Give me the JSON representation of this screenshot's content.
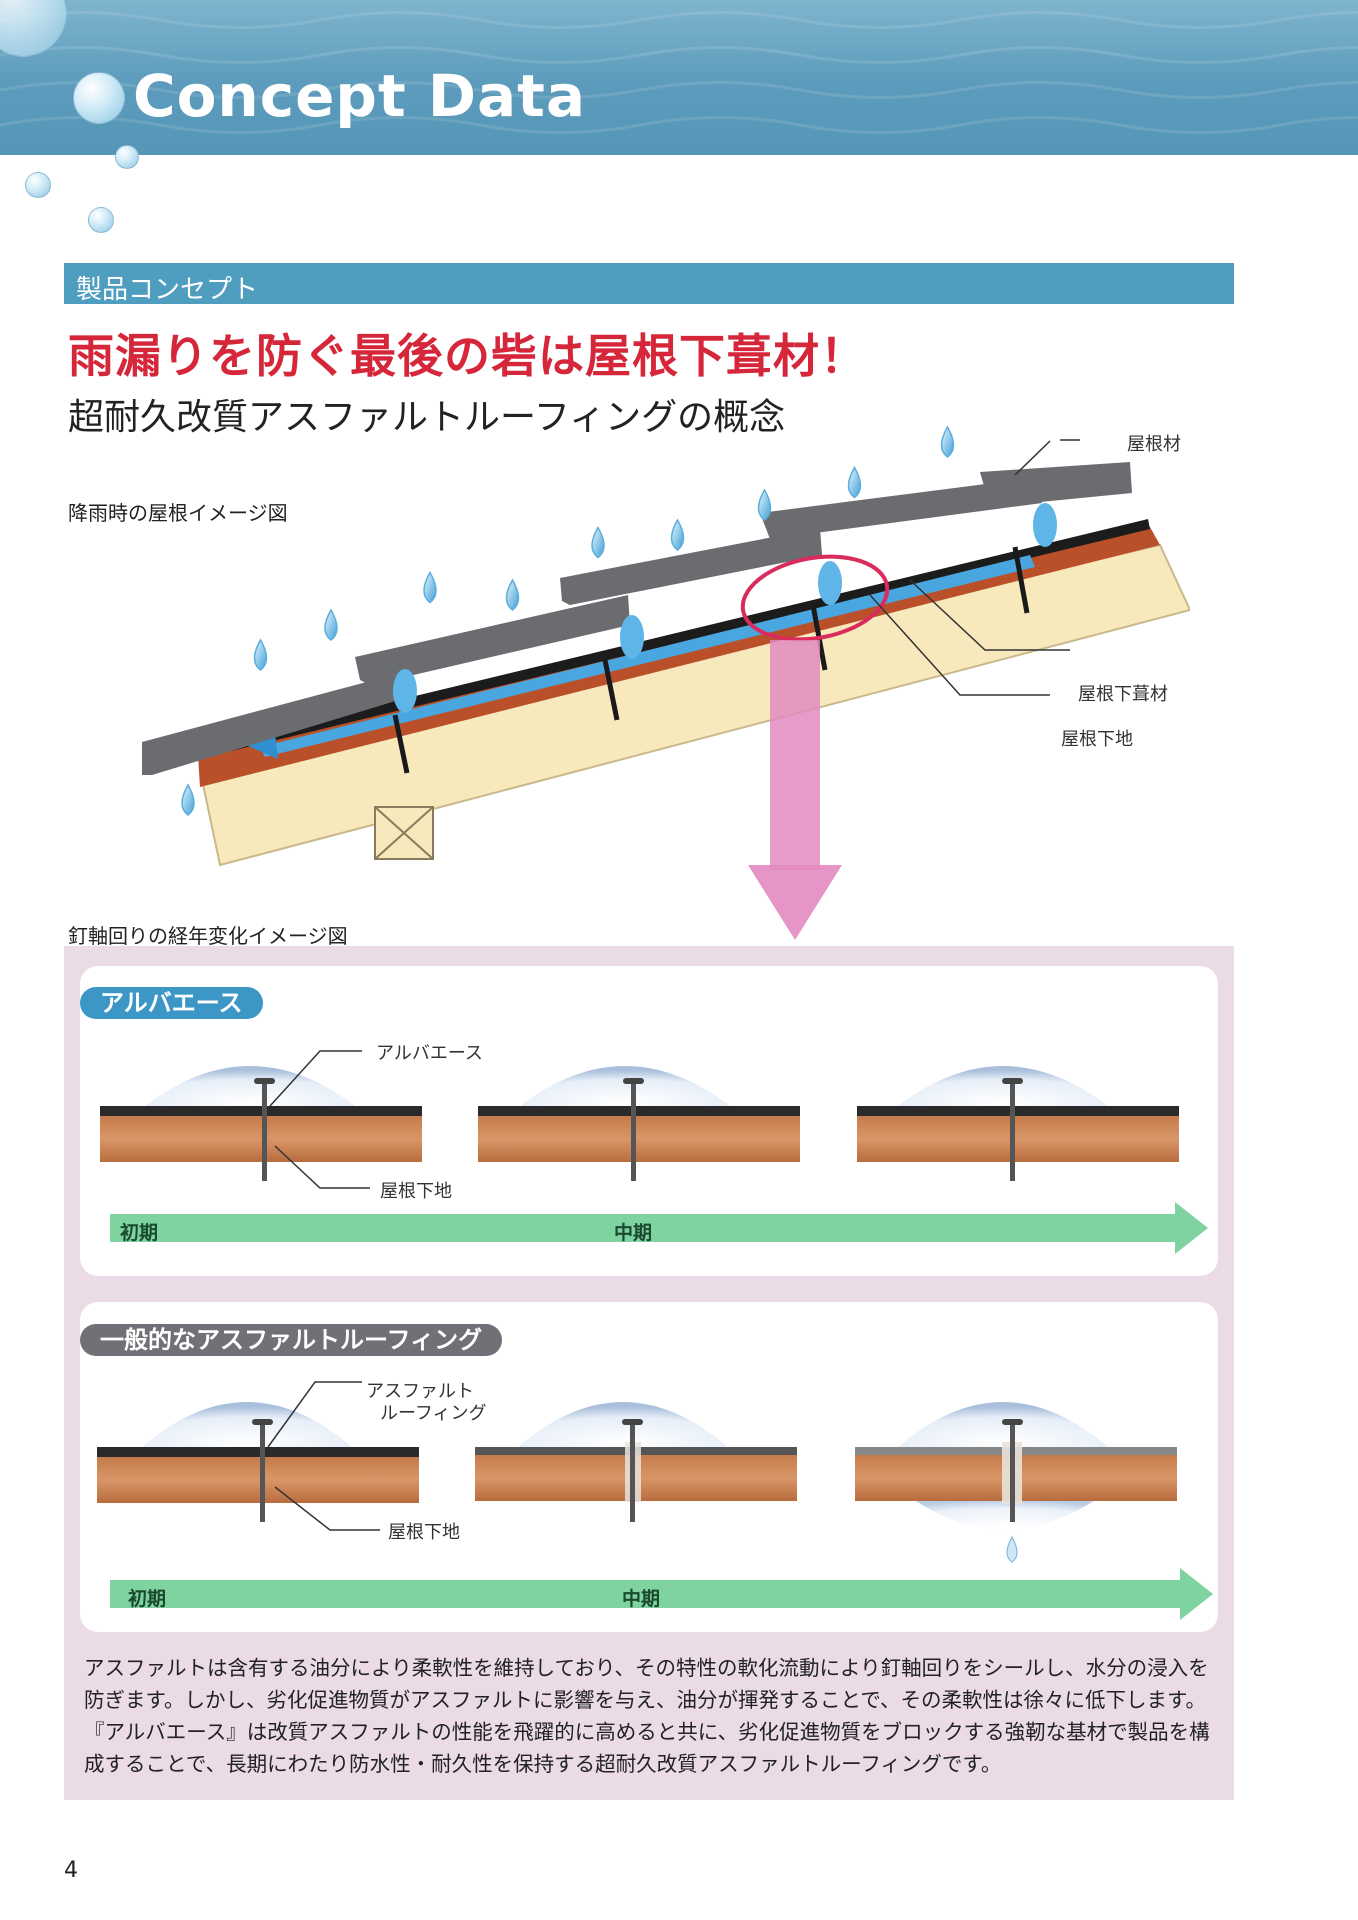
{
  "header": {
    "title": "Concept Data"
  },
  "section": {
    "label": "製品コンセプト"
  },
  "headline": "雨漏りを防ぐ最後の砦は屋根下葺材！",
  "subheadline": "超耐久改質アスファルトルーフィングの概念",
  "roof_diagram": {
    "caption": "降雨時の屋根イメージ図",
    "labels": {
      "roofing": "屋根材",
      "underlayment": "屋根下葺材",
      "sheathing": "屋根下地"
    }
  },
  "nail_diagram": {
    "caption": "釘軸回りの経年変化イメージ図",
    "alvace": {
      "pill": "アルバエース",
      "label_material": "アルバエース",
      "label_base": "屋根下地",
      "arrow_start": "初期",
      "arrow_mid": "中期"
    },
    "general": {
      "pill": "一般的なアスファルトルーフィング",
      "label_material_1": "アスファルト",
      "label_material_2": "ルーフィング",
      "label_base": "屋根下地",
      "arrow_start": "初期",
      "arrow_mid": "中期"
    }
  },
  "body_text": "アスファルトは含有する油分により柔軟性を維持しており、その特性の軟化流動により釘軸回りをシールし、水分の浸入を防ぎます。しかし、劣化促進物質がアスファルトに影響を与え、油分が揮発することで、その柔軟性は徐々に低下します。『アルバエース』は改質アスファルトの性能を飛躍的に高めると共に、劣化促進物質をブロックする強靭な基材で製品を構成することで、長期にわたり防水性・耐久性を保持する超耐久改質アスファルトルーフィングです。",
  "page_number": "4",
  "colors": {
    "banner": "#5c9bbb",
    "section_bar": "#4f9dbf",
    "headline_red": "#d6263a",
    "panel_pink": "#eadbe6",
    "alvace_pill": "#3d97c6",
    "general_pill": "#6f7176",
    "underlayment_blue": "#4aa6de",
    "roof_tile_gray": "#6b6c70"
  }
}
